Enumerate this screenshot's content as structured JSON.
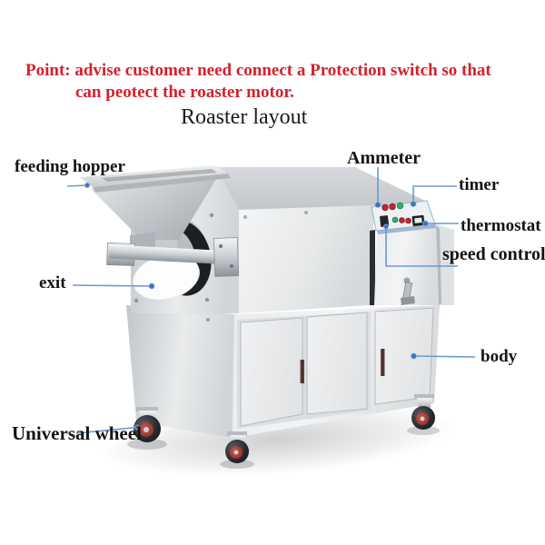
{
  "header": {
    "warning_line1": "Point: advise customer need connect a Protection switch so that",
    "warning_line2": "can peotect the roaster motor.",
    "title": "Roaster layout"
  },
  "labels": {
    "feeding_hopper": "feeding hopper",
    "ammeter": "Ammeter",
    "timer": "timer",
    "thermostat": "thermostat",
    "speed_control": "speed control",
    "exit": "exit",
    "body": "body",
    "universal_wheel": "Universal wheel"
  },
  "colors": {
    "warning_text": "#d6202c",
    "title_text": "#1b1b1b",
    "label_text": "#141414",
    "callout_line": "#6b9ad0",
    "callout_dot": "#3f74bd",
    "button_red": "#c42430",
    "button_green": "#2fae6e",
    "wheel_hub_red": "#a83430",
    "drum_ring": "#1d2022",
    "steel_light": "#f1f2f3",
    "steel_dark": "#b2b6ba"
  }
}
